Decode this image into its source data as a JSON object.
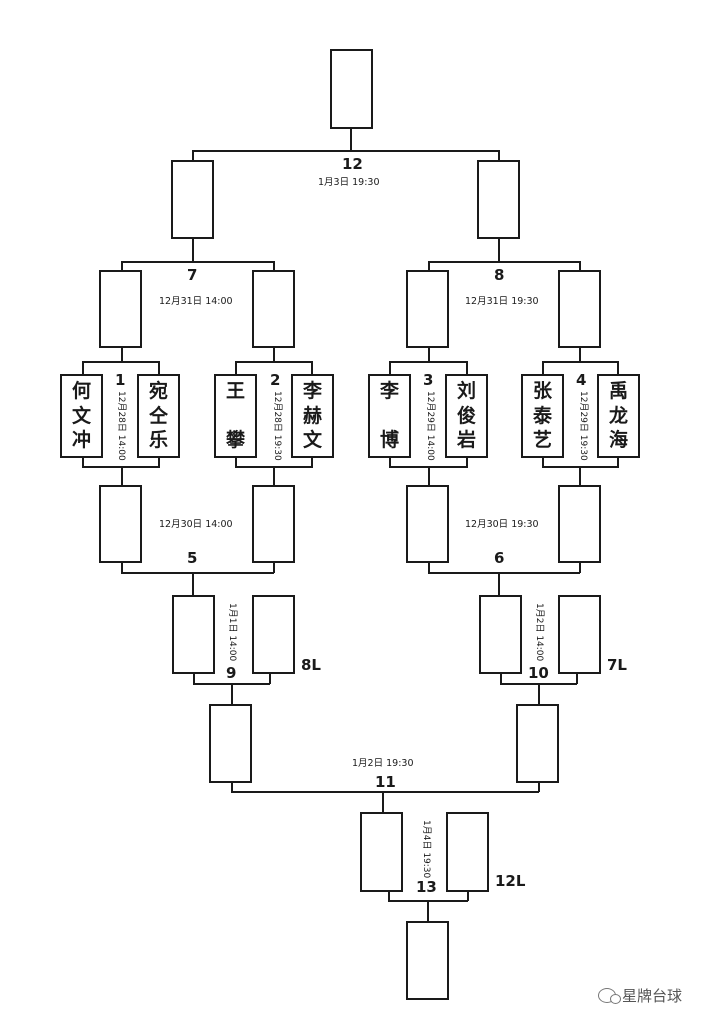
{
  "matches": {
    "m1": {
      "number": "1",
      "time": "12月28日 14:00"
    },
    "m2": {
      "number": "2",
      "time": "12月28日 19:30"
    },
    "m3": {
      "number": "3",
      "time": "12月29日 14:00"
    },
    "m4": {
      "number": "4",
      "time": "12月29日 19:30"
    },
    "m5": {
      "number": "5",
      "time": "12月30日 14:00"
    },
    "m6": {
      "number": "6",
      "time": "12月30日 19:30"
    },
    "m7": {
      "number": "7",
      "time": "12月31日 14:00"
    },
    "m8": {
      "number": "8",
      "time": "12月31日 19:30"
    },
    "m9": {
      "number": "9",
      "time": "1月1日 14:00",
      "loser_slot": "8L"
    },
    "m10": {
      "number": "10",
      "time": "1月2日 14:00",
      "loser_slot": "7L"
    },
    "m11": {
      "number": "11",
      "time": "1月2日 19:30"
    },
    "m12": {
      "number": "12",
      "time": "1月3日 19:30"
    },
    "m13": {
      "number": "13",
      "time": "1月4日 19:30",
      "loser_slot": "12L"
    }
  },
  "players": {
    "p1a": [
      "何",
      "文",
      "冲"
    ],
    "p1b": [
      "宛",
      "仝",
      "乐"
    ],
    "p2a": [
      "王",
      "攀"
    ],
    "p2b": [
      "李",
      "赫",
      "文"
    ],
    "p3a": [
      "李",
      "博"
    ],
    "p3b": [
      "刘",
      "俊",
      "岩"
    ],
    "p4a": [
      "张",
      "泰",
      "艺"
    ],
    "p4b": [
      "禹",
      "龙",
      "海"
    ]
  },
  "watermark": "星牌台球"
}
